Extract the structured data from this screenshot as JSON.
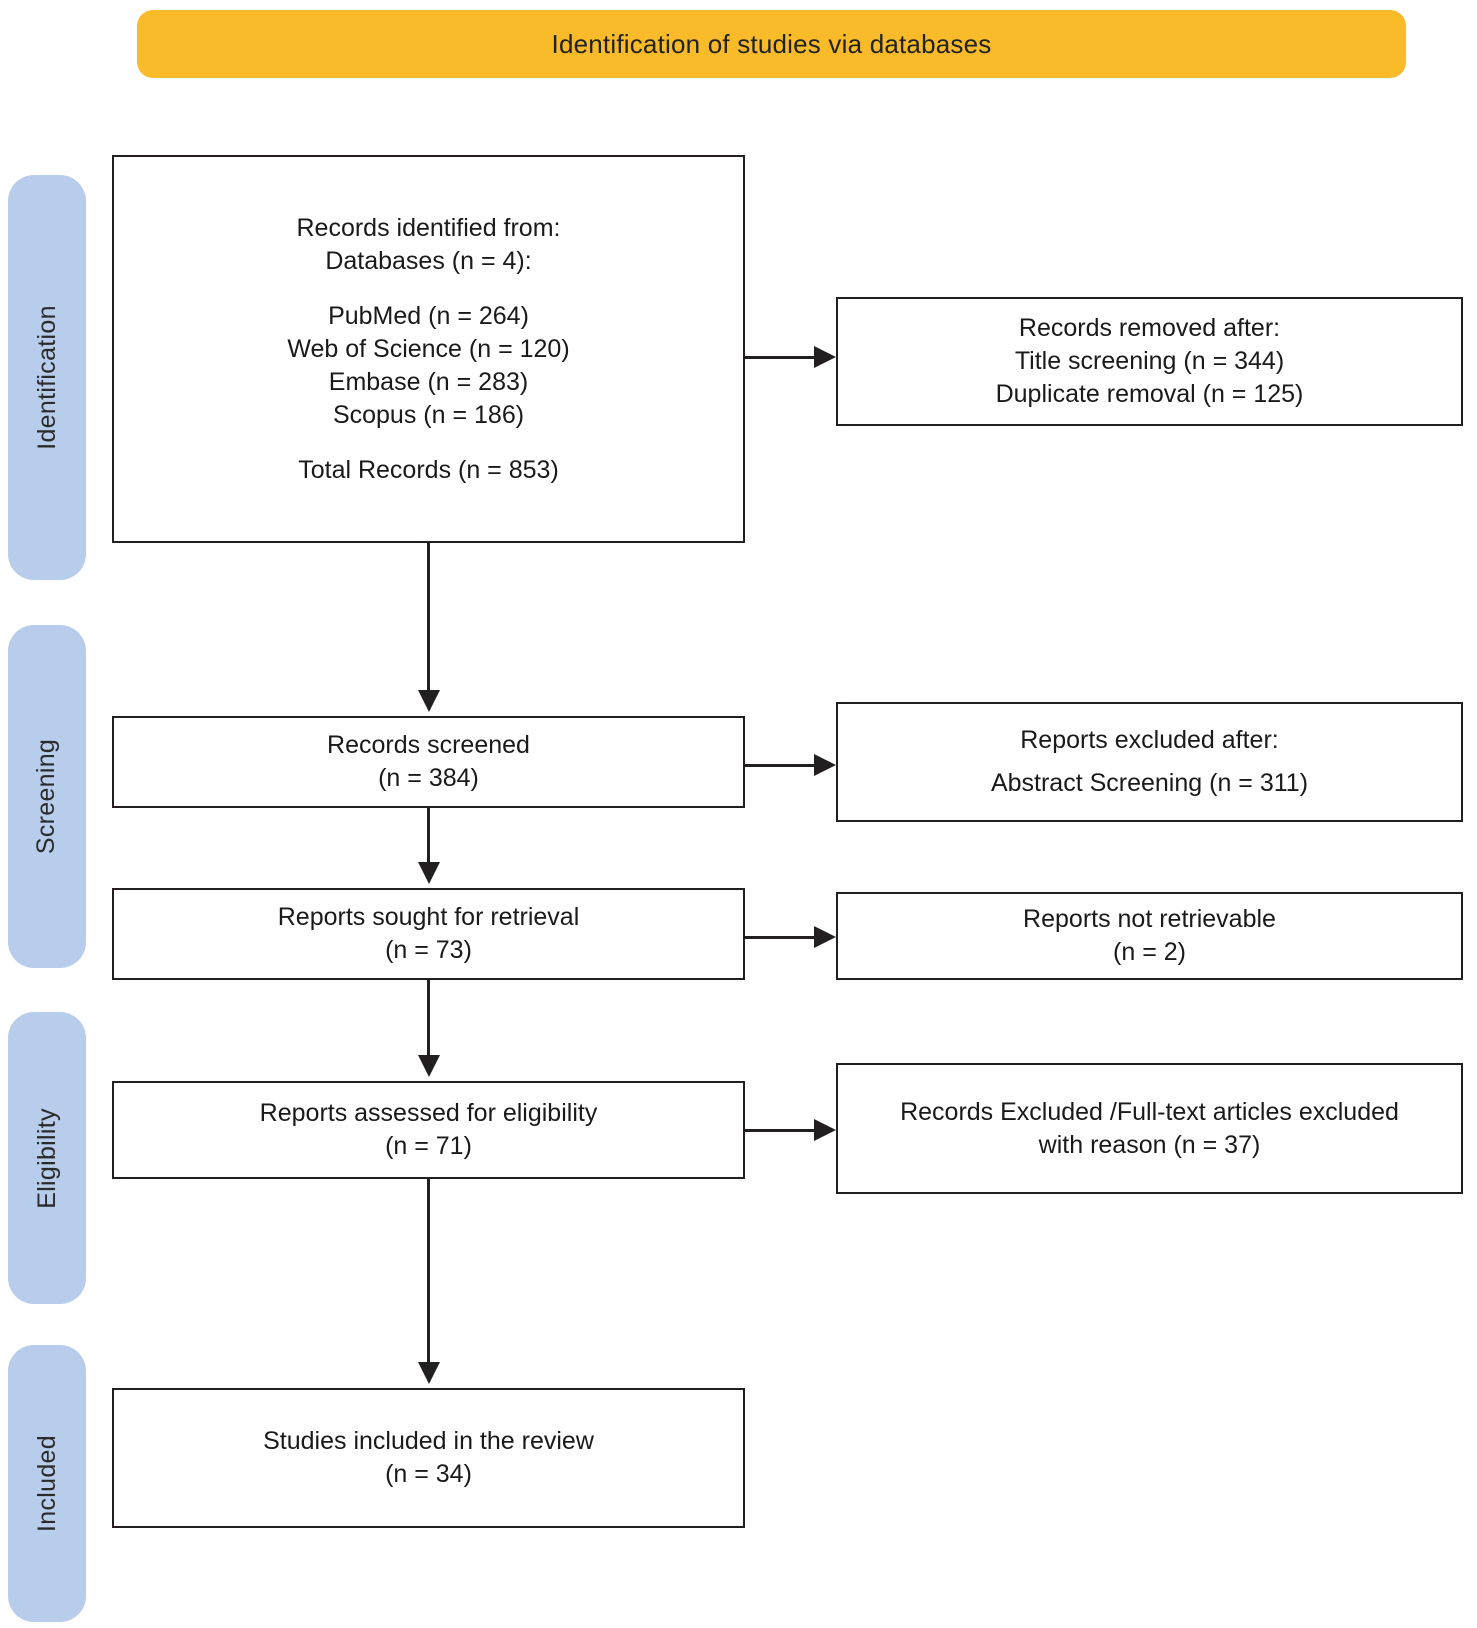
{
  "banner": {
    "title": "Identification of studies via databases"
  },
  "colors": {
    "banner_bg": "#FABB2A",
    "phase_bg": "#B7CDEB",
    "box_border": "#231f20",
    "box_bg": "#ffffff",
    "text": "#1a1a1a"
  },
  "phases": [
    {
      "label": "Identification"
    },
    {
      "label": "Screening"
    },
    {
      "label": "Eligibility"
    },
    {
      "label": "Included"
    }
  ],
  "boxes": {
    "identification": {
      "lines": [
        "Records identified from:",
        "Databases  (n = 4):",
        "",
        "PubMed (n = 264)",
        "Web of Science (n = 120)",
        "Embase  (n = 283)",
        "Scopus (n = 186)",
        "",
        "Total Records (n = 853)"
      ]
    },
    "records_removed": {
      "lines": [
        "Records removed after:",
        "Title screening (n = 344)",
        "Duplicate  removal  (n = 125)"
      ]
    },
    "records_screened": {
      "lines": [
        "Records screened",
        "(n = 384)"
      ]
    },
    "reports_excluded": {
      "lines": [
        "Reports excluded after:",
        "Abstract Screening (n = 311)"
      ]
    },
    "reports_sought": {
      "lines": [
        "Reports sought for retrieval",
        "(n = 73)"
      ]
    },
    "reports_not_retrievable": {
      "lines": [
        "Reports not retrievable",
        "(n = 2)"
      ]
    },
    "reports_assessed": {
      "lines": [
        "Reports assessed  for eligibility",
        "(n = 71)"
      ]
    },
    "records_excluded_fulltext": {
      "lines": [
        "Records Excluded /Full-text articles excluded",
        "with reason (n = 37)"
      ]
    },
    "studies_included": {
      "lines": [
        "Studies included in the review",
        "(n = 34)"
      ]
    }
  },
  "chart_data": {
    "type": "diagram",
    "title": "Identification of studies via databases",
    "flow": [
      {
        "stage": "Records identified from databases",
        "n": 853,
        "sources": [
          {
            "name": "PubMed",
            "n": 264
          },
          {
            "name": "Web of Science",
            "n": 120
          },
          {
            "name": "Embase",
            "n": 283
          },
          {
            "name": "Scopus",
            "n": 186
          }
        ],
        "database_count": 4
      },
      {
        "stage": "Records removed after title screening",
        "n": 344
      },
      {
        "stage": "Duplicate removal",
        "n": 125
      },
      {
        "stage": "Records screened",
        "n": 384
      },
      {
        "stage": "Reports excluded after abstract screening",
        "n": 311
      },
      {
        "stage": "Reports sought for retrieval",
        "n": 73
      },
      {
        "stage": "Reports not retrievable",
        "n": 2
      },
      {
        "stage": "Reports assessed for eligibility",
        "n": 71
      },
      {
        "stage": "Records excluded / full-text articles excluded with reason",
        "n": 37
      },
      {
        "stage": "Studies included in the review",
        "n": 34
      }
    ]
  }
}
